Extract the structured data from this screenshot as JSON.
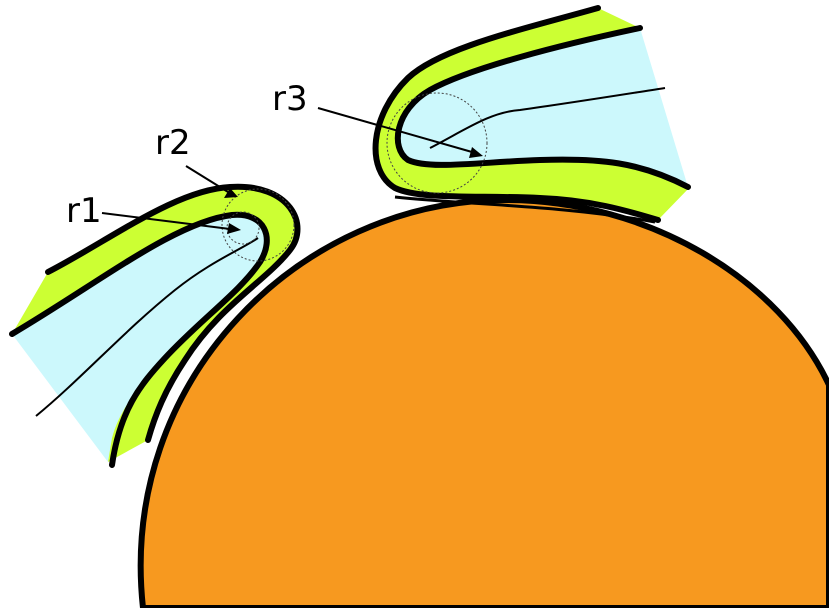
{
  "labels": {
    "r1": "r1",
    "r2": "r2",
    "r3": "r3"
  },
  "colors": {
    "sphere_fill": "#F7991F",
    "outer_layer": "#CCFF33",
    "inner_region": "#CCF8FC",
    "stroke": "#000000",
    "background": "#FFFFFF"
  }
}
